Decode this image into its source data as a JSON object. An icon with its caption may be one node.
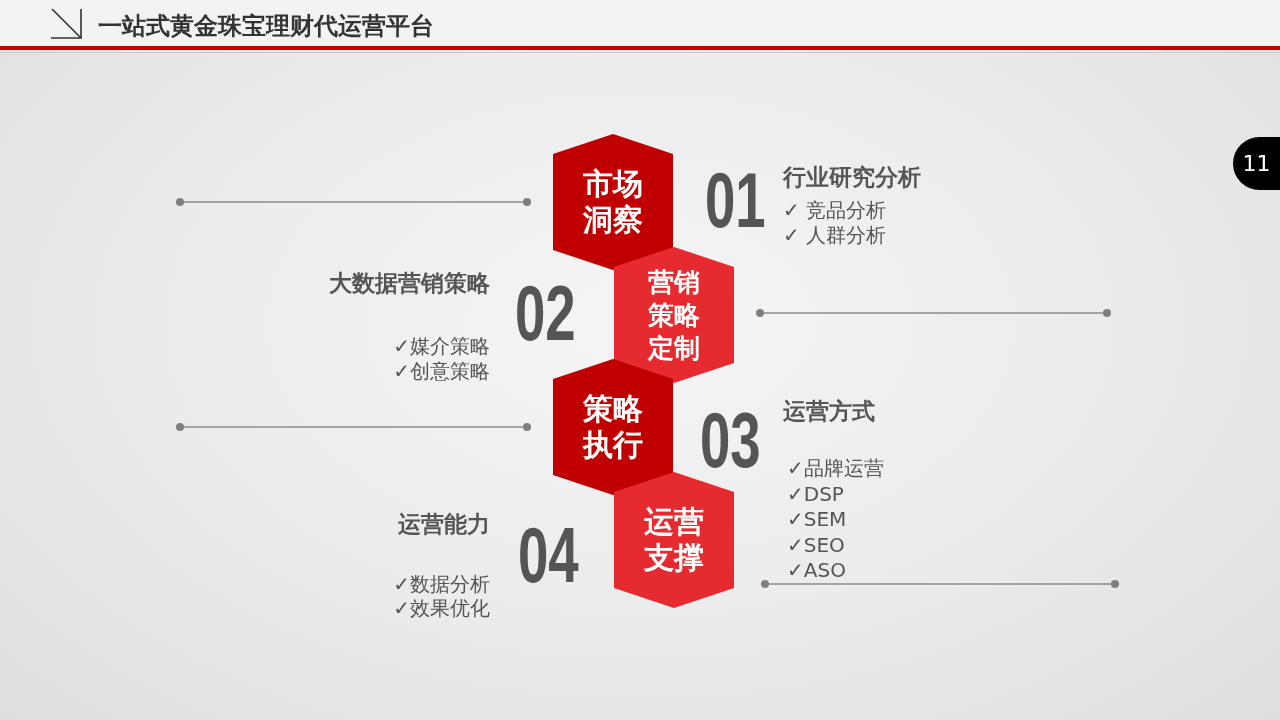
{
  "diagram": {
    "title": "一站式黄金珠宝理财代运营平台",
    "nodes": [
      {
        "text": [
          "市场洞察"
        ],
        "beside": [
          "01",
          "行业研究分析",
          "✓ 竞品分析",
          "✓ 人群分析"
        ]
      },
      {
        "text": [
          "营销策略定制"
        ],
        "beside": [
          "02",
          "大数据营销策略",
          "✓媒介策略",
          "✓创意策略"
        ]
      },
      {
        "text": [
          "策略执行"
        ],
        "beside": [
          "03",
          "运营方式",
          "✓品牌运营",
          "✓DSP",
          "✓SEM",
          "✓SEO",
          "✓ASO"
        ]
      },
      {
        "text": [
          "运营支撑"
        ],
        "beside": [
          "04",
          "运营能力",
          "✓数据分析",
          "✓效果优化"
        ]
      }
    ],
    "labels": [
      "11"
    ]
  }
}
